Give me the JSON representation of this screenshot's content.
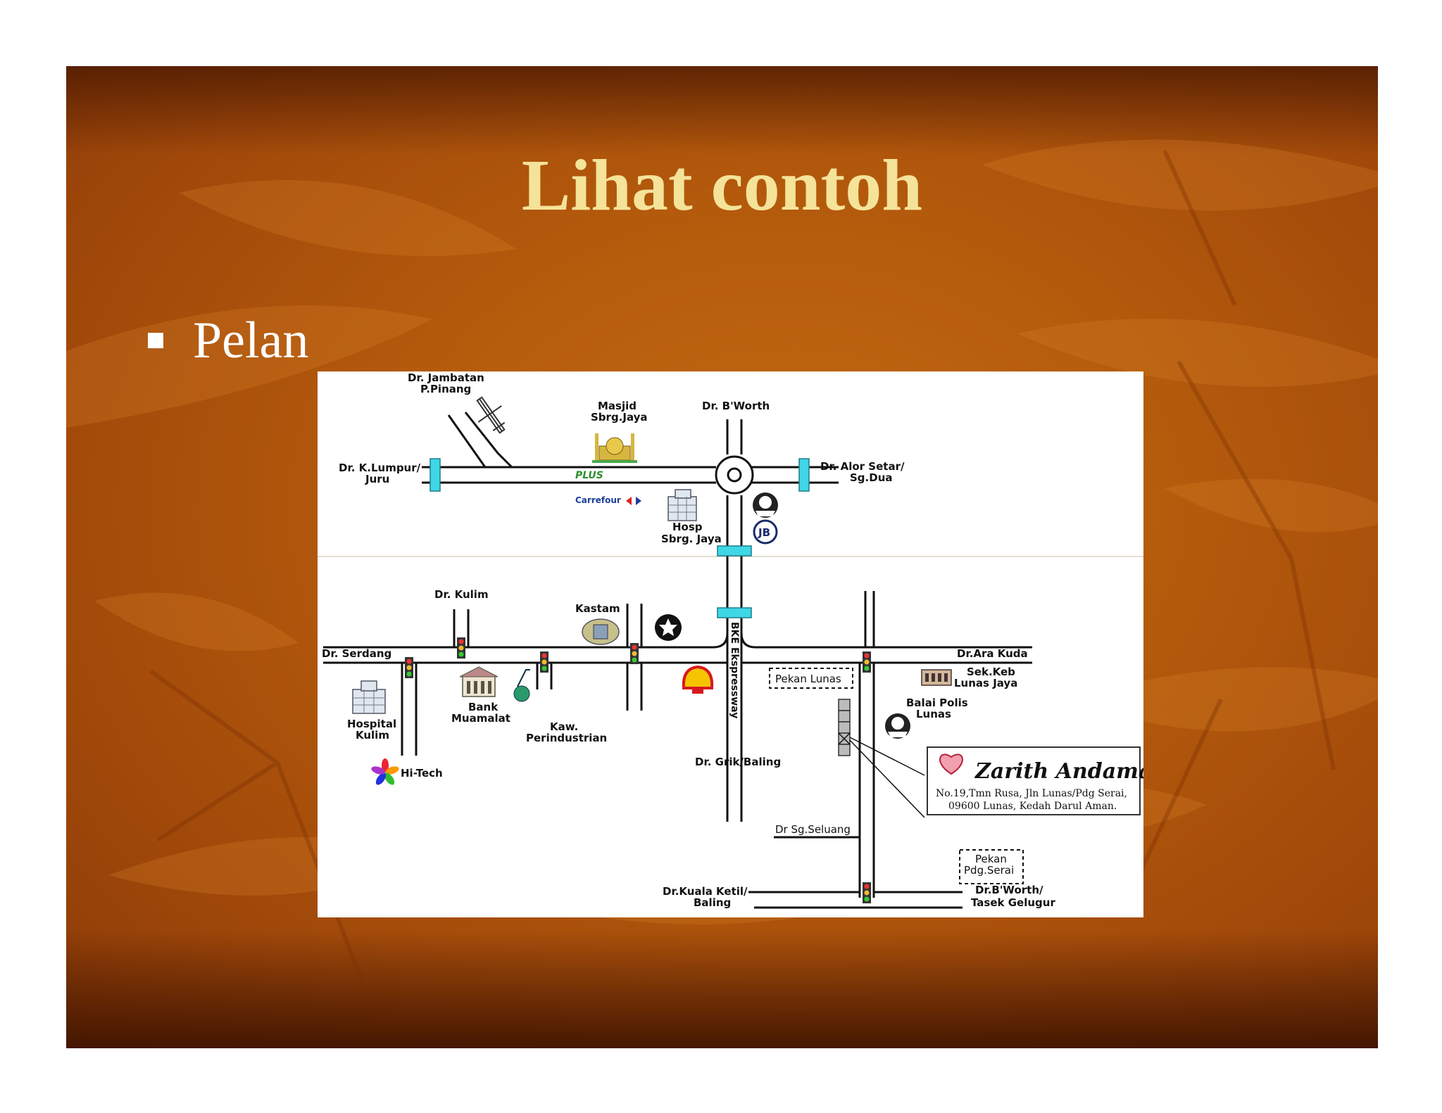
{
  "slide": {
    "title": "Lihat contoh",
    "bullet": "Pelan"
  },
  "colors": {
    "slide_background": "#b45a0c",
    "title": "#f5e39a",
    "bullet_text": "#ffffff",
    "map_background": "#ffffff",
    "road": "#111111",
    "marker_cyan": "#3fd6e6",
    "traffic_light_body": "#333333"
  },
  "map": {
    "labels": {
      "jambatan_1": "Dr. Jambatan",
      "jambatan_2": "P.Pinang",
      "masjid_1": "Masjid",
      "masjid_2": "Sbrg.Jaya",
      "bworth_top": "Dr. B'Worth",
      "klumpur_1": "Dr. K.Lumpur/",
      "klumpur_2": "Juru",
      "alor_setar_1": "Dr. Alor Setar/",
      "alor_setar_2": "Sg.Dua",
      "plus": "PLUS",
      "carrefour": "Carrefour",
      "hosp_1": "Hosp",
      "hosp_2": "Sbrg. Jaya",
      "jkr": "JB",
      "kulim": "Dr. Kulim",
      "kastam": "Kastam",
      "serdang": "Dr. Serdang",
      "ara_kuda": "Dr.Ara Kuda",
      "pekan_lunas": "Pekan Lunas",
      "sek_keb_1": "Sek.Keb",
      "sek_keb_2": "Lunas Jaya",
      "balai_polis_1": "Balai Polis",
      "balai_polis_2": "Lunas",
      "bank_1": "Bank",
      "bank_2": "Muamalat",
      "kaw_1": "Kaw.",
      "kaw_2": "Perindustrian",
      "hospital_1": "Hospital",
      "hospital_2": "Kulim",
      "hitech": "Hi-Tech",
      "bke": "BKE Ekspressway",
      "grik": "Dr. Grik/Baling",
      "sg_seluang": "Dr Sg.Seluang",
      "pekan_pdg_1": "Pekan",
      "pekan_pdg_2": "Pdg.Serai",
      "kuala_ketil_1": "Dr.Kuala Ketil/",
      "kuala_ketil_2": "Baling",
      "bworth_tasek_1": "Dr.B'Worth/",
      "bworth_tasek_2": "Tasek Gelugur"
    },
    "venue": {
      "name": "Zarith Andaman",
      "address_1": "No.19,Tmn Rusa, Jln Lunas/Pdg Serai,",
      "address_2": "09600 Lunas, Kedah Darul Aman."
    },
    "icons": [
      "airplane-icon",
      "mosque-icon",
      "roundabout-icon",
      "carrefour-logo-icon",
      "hospital-building-icon",
      "police-crest-icon",
      "jkr-logo-icon",
      "customs-crest-icon",
      "star-logo-icon",
      "shell-logo-icon",
      "bank-building-icon",
      "industrial-logo-icon",
      "flower-logo-icon",
      "school-building-icon",
      "heart-logo-icon",
      "traffic-light-icon"
    ]
  }
}
